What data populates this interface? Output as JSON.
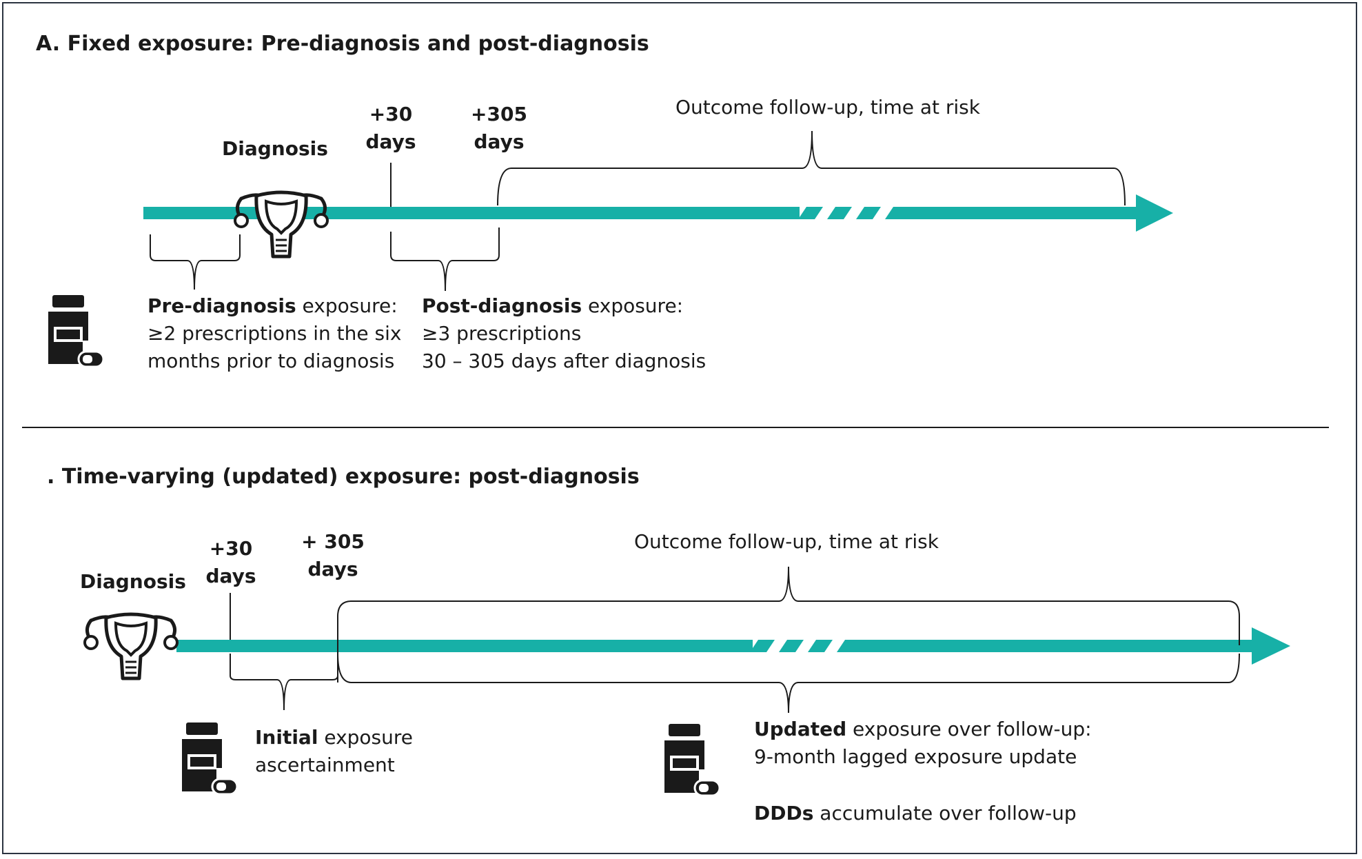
{
  "panelA": {
    "title": "A. Fixed exposure: Pre-diagnosis and post-diagnosis",
    "diagnosis_label": "Diagnosis",
    "marker30": [
      "+30",
      "days"
    ],
    "marker305": [
      "+305",
      "days"
    ],
    "followup_label": "Outcome follow-up, time at risk",
    "pre_note": {
      "bold": "Pre-diagnosis",
      "rest": " exposure:",
      "line2": "≥2 prescriptions in the six",
      "line3": "months prior to diagnosis"
    },
    "post_note": {
      "bold": "Post-diagnosis",
      "rest": " exposure:",
      "line2": "≥3 prescriptions",
      "line3": "30 – 305 days after diagnosis"
    }
  },
  "panelB": {
    "title": ". Time-varying (updated) exposure: post-diagnosis",
    "diagnosis_label": "Diagnosis",
    "marker30": [
      "+30",
      "days"
    ],
    "marker305": [
      "+ 305",
      "days"
    ],
    "followup_label": "Outcome follow-up, time at risk",
    "initial_note": {
      "bold": "Initial",
      "rest": " exposure",
      "line2": "ascertainment"
    },
    "updated_note": {
      "bold": "Updated",
      "rest": " exposure over follow-up:",
      "line2": "9-month lagged exposure update"
    },
    "ddd_note": {
      "bold": "DDDs",
      "rest": " accumulate over follow-up"
    }
  },
  "colors": {
    "timeline": "#17b0a7",
    "ink": "#1a1a1a",
    "frame": "#2b3340"
  },
  "icons": [
    "uterus-icon",
    "pill-bottle-icon"
  ]
}
